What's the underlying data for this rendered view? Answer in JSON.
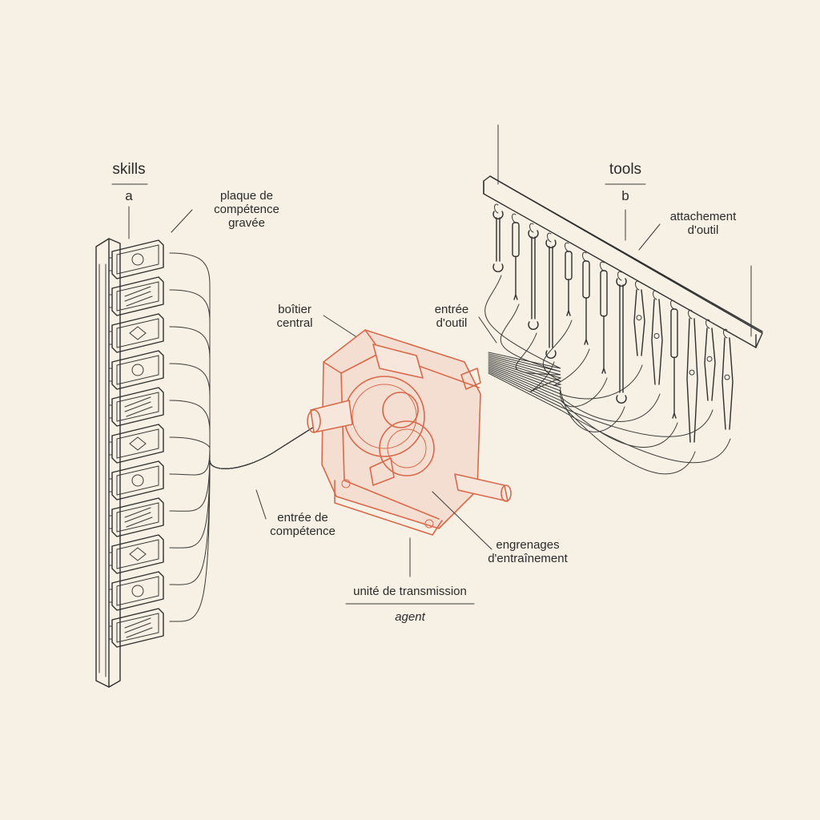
{
  "colors": {
    "paper": "#f6f1e4",
    "ink": "#2f2f2f",
    "accent": "#d9694a"
  },
  "left_panel": {
    "title": "skills",
    "letter": "a"
  },
  "right_panel": {
    "title": "tools",
    "letter": "b"
  },
  "labels": {
    "skill_plate": "plaque de\ncompétence\ngravée",
    "tool_attachment": "attachement\nd'outil",
    "central_housing": "boîtier\ncentral",
    "tool_input": "entrée\nd'outil",
    "skill_input": "entrée de\ncompétence",
    "drive_gears": "engrenages\nd'entraînement",
    "transmission_unit": "unité de transmission",
    "agent": "agent"
  },
  "icons": {
    "skill_plates": [
      "diamond-icon",
      "hatched-mound-icon",
      "tally-icon",
      "three-circles-icon",
      "circle-icon",
      "arrows-icon",
      "key-icon",
      "wave-circuit-icon",
      "grid-icon",
      "cross-hatch-icon",
      "diamond-frame-icon"
    ],
    "tools": [
      "wrench-icon",
      "screwdriver-icon",
      "wrench-icon",
      "wrench-icon",
      "screwdriver-icon",
      "screwdriver-icon",
      "screwdriver-icon",
      "wrench-icon",
      "pliers-icon",
      "pliers-icon",
      "screwdriver-icon",
      "pliers-icon",
      "pliers-icon",
      "pliers-icon"
    ]
  }
}
